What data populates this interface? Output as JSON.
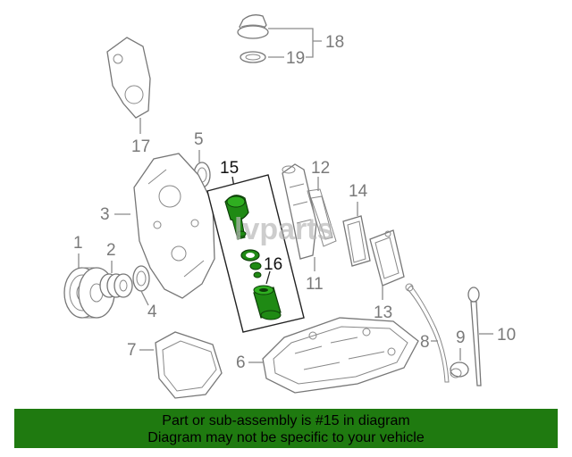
{
  "diagram": {
    "callouts": {
      "p1": "1",
      "p2": "2",
      "p3": "3",
      "p4": "4",
      "p5": "5",
      "p6": "6",
      "p7": "7",
      "p8": "8",
      "p9": "9",
      "p10": "10",
      "p11": "11",
      "p12": "12",
      "p13": "13",
      "p14": "14",
      "p15": "15",
      "p16": "16",
      "p17": "17",
      "p18": "18",
      "p19": "19"
    },
    "watermark": "lvparts",
    "highlight_color": "#1f8a14"
  },
  "banner": {
    "line1": "Part or sub-assembly is #15 in diagram",
    "line2": "Diagram may not be specific to your vehicle",
    "background": "#1f7a10"
  }
}
